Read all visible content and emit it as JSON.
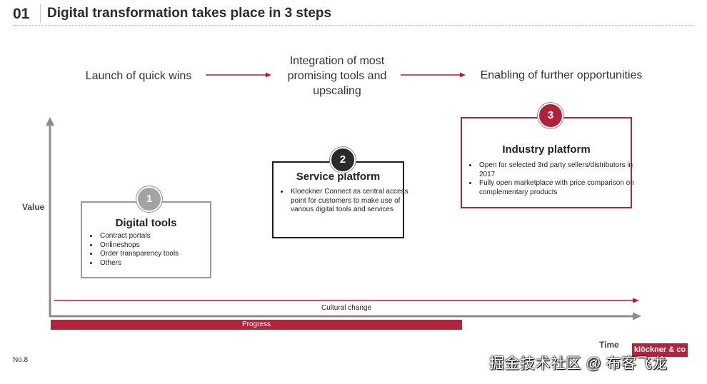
{
  "header": {
    "number": "01",
    "title": "Digital transformation takes place in 3 steps"
  },
  "steps": [
    "Launch of quick wins",
    "Integration of most promising tools and upscaling",
    "Enabling of further opportunities"
  ],
  "stages": [
    {
      "badge": "1",
      "title": "Digital tools",
      "bullets": [
        "Contract portals",
        "Onlineshops",
        "Order transparency tools",
        "Others"
      ]
    },
    {
      "badge": "2",
      "title": "Service platform",
      "bullets": [
        "Kloeckner Connect as central access point for customers to make use of various digital tools and services"
      ]
    },
    {
      "badge": "3",
      "title": "Industry platform",
      "bullets": [
        "Open for selected 3rd party sellers/distributors in 2017",
        "Fully open marketplace with price comparison on complementary products"
      ]
    }
  ],
  "axes": {
    "y_label": "Value",
    "x_label": "Time"
  },
  "cultural_change": "Cultural change",
  "progress": "Progress",
  "footer": {
    "page_number": "No.8",
    "logo_text": "klöckner & co",
    "watermark": "掘金技术社区 @ 布客飞龙"
  },
  "colors": {
    "accent_red": "#b2243c",
    "arrow_red": "#a8213a",
    "axis_gray": "#8c8c8c",
    "badge_gray": "#a3a3a3",
    "badge_dark": "#2a2a2a"
  }
}
